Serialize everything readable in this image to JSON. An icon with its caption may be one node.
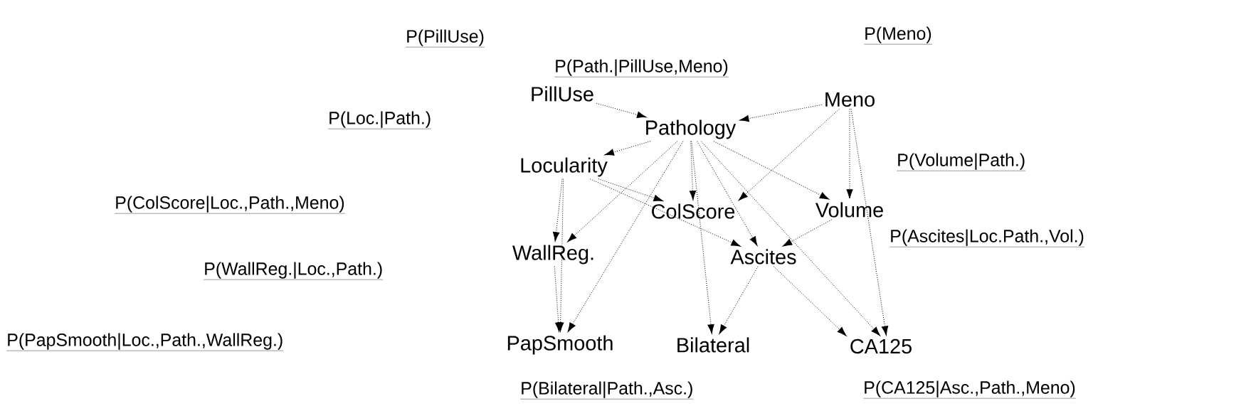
{
  "diagram": {
    "nodes": [
      {
        "text": [
          "PillUse"
        ]
      },
      {
        "text": [
          "Meno"
        ]
      },
      {
        "text": [
          "Pathology"
        ]
      },
      {
        "text": [
          "Locularity"
        ]
      },
      {
        "text": [
          "ColScore"
        ]
      },
      {
        "text": [
          "Volume"
        ]
      },
      {
        "text": [
          "WallReg."
        ]
      },
      {
        "text": [
          "Ascites"
        ]
      },
      {
        "text": [
          "PapSmooth"
        ]
      },
      {
        "text": [
          "Bilateral"
        ]
      },
      {
        "text": [
          "CA125"
        ]
      }
    ],
    "edges": [
      {
        "from": 0,
        "to": 2,
        "arrow": "to",
        "style": "dashed"
      },
      {
        "from": 1,
        "to": 2,
        "arrow": "to",
        "style": "dashed"
      },
      {
        "from": 2,
        "to": 3,
        "arrow": "to",
        "style": "dashed"
      },
      {
        "from": 3,
        "to": 4,
        "arrow": "to",
        "style": "dashed"
      },
      {
        "from": 2,
        "to": 4,
        "arrow": "to",
        "style": "dashed"
      },
      {
        "from": 1,
        "to": 4,
        "arrow": "to",
        "style": "dashed"
      },
      {
        "from": 2,
        "to": 5,
        "arrow": "to",
        "style": "dashed"
      },
      {
        "from": 1,
        "to": 5,
        "arrow": "to",
        "style": "dashed"
      },
      {
        "from": 3,
        "to": 7,
        "arrow": "to",
        "style": "dashed"
      },
      {
        "from": 2,
        "to": 7,
        "arrow": "to",
        "style": "dashed"
      },
      {
        "from": 5,
        "to": 7,
        "arrow": "to",
        "style": "dashed"
      },
      {
        "from": 3,
        "to": 6,
        "arrow": "to",
        "style": "dashed"
      },
      {
        "from": 2,
        "to": 6,
        "arrow": "to",
        "style": "dashed"
      },
      {
        "from": 3,
        "to": 8,
        "arrow": "to",
        "style": "dashed"
      },
      {
        "from": 2,
        "to": 8,
        "arrow": "to",
        "style": "dashed"
      },
      {
        "from": 6,
        "to": 8,
        "arrow": "to",
        "style": "dashed"
      },
      {
        "from": 2,
        "to": 9,
        "arrow": "to",
        "style": "dashed"
      },
      {
        "from": 7,
        "to": 9,
        "arrow": "to",
        "style": "dashed"
      },
      {
        "from": 7,
        "to": 10,
        "arrow": "to",
        "style": "dashed"
      },
      {
        "from": 2,
        "to": 10,
        "arrow": "to",
        "style": "dashed"
      },
      {
        "from": 1,
        "to": 10,
        "arrow": "to",
        "style": "dashed"
      }
    ],
    "labels": [
      "P(PillUse)",
      "P(Meno)",
      "P(Path.|PillUse,Meno)",
      "P(Loc.|Path.)",
      "P(Volume|Path.)",
      "P(ColScore|Loc.,Path.,Meno)",
      "P(Ascites|Loc.Path.,Vol.)",
      "P(WallReg.|Loc.,Path.)",
      "P(PapSmooth|Loc.,Path.,WallReg.)",
      "P(Bilateral|Path.,Asc.)",
      "P(CA125|Asc.,Path.,Meno)"
    ]
  }
}
